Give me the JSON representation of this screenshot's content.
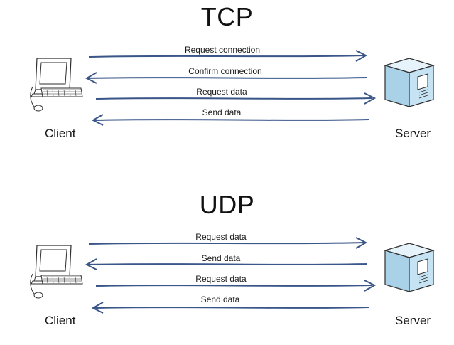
{
  "tcp": {
    "title": "TCP",
    "client_label": "Client",
    "server_label": "Server",
    "messages": [
      {
        "label": "Request connection",
        "direction": "client-to-server"
      },
      {
        "label": "Confirm connection",
        "direction": "server-to-client"
      },
      {
        "label": "Request data",
        "direction": "client-to-server"
      },
      {
        "label": "Send data",
        "direction": "server-to-client"
      }
    ]
  },
  "udp": {
    "title": "UDP",
    "client_label": "Client",
    "server_label": "Server",
    "messages": [
      {
        "label": "Request data",
        "direction": "client-to-server"
      },
      {
        "label": "Send data",
        "direction": "server-to-client"
      },
      {
        "label": "Request data",
        "direction": "client-to-server"
      },
      {
        "label": "Send data",
        "direction": "server-to-client"
      }
    ]
  },
  "colors": {
    "arrow": "#3a5689",
    "server_body": "#c5e3f2",
    "monitor_screen": "#ffffff",
    "outline": "#2e2e2e"
  }
}
